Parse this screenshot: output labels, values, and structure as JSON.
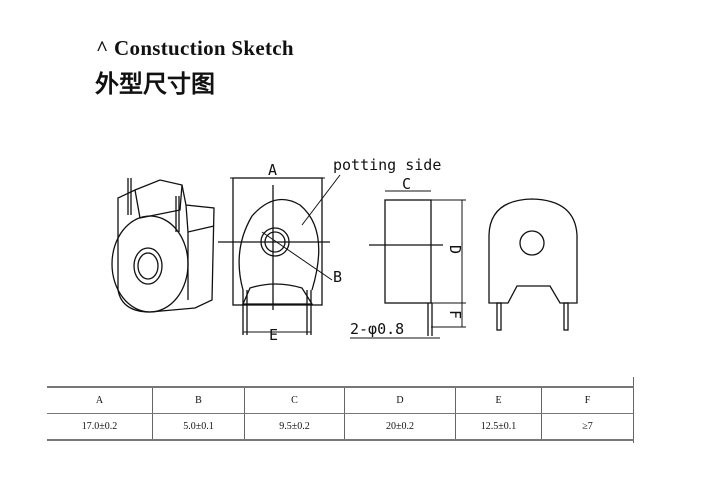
{
  "header": {
    "title_en": "^ Constuction Sketch",
    "title_cn": "外型尺寸图"
  },
  "drawing": {
    "label_a": "A",
    "label_b": "B",
    "label_c": "C",
    "label_d": "D",
    "label_e": "E",
    "label_f": "F",
    "potting_side": "potting side",
    "pin_dia": "2-φ0.8"
  },
  "table": {
    "headers": [
      "A",
      "B",
      "C",
      "D",
      "E",
      "F"
    ],
    "values": [
      "17.0±0.2",
      "5.0±0.1",
      "9.5±0.2",
      "20±0.2",
      "12.5±0.1",
      "≥7"
    ]
  }
}
